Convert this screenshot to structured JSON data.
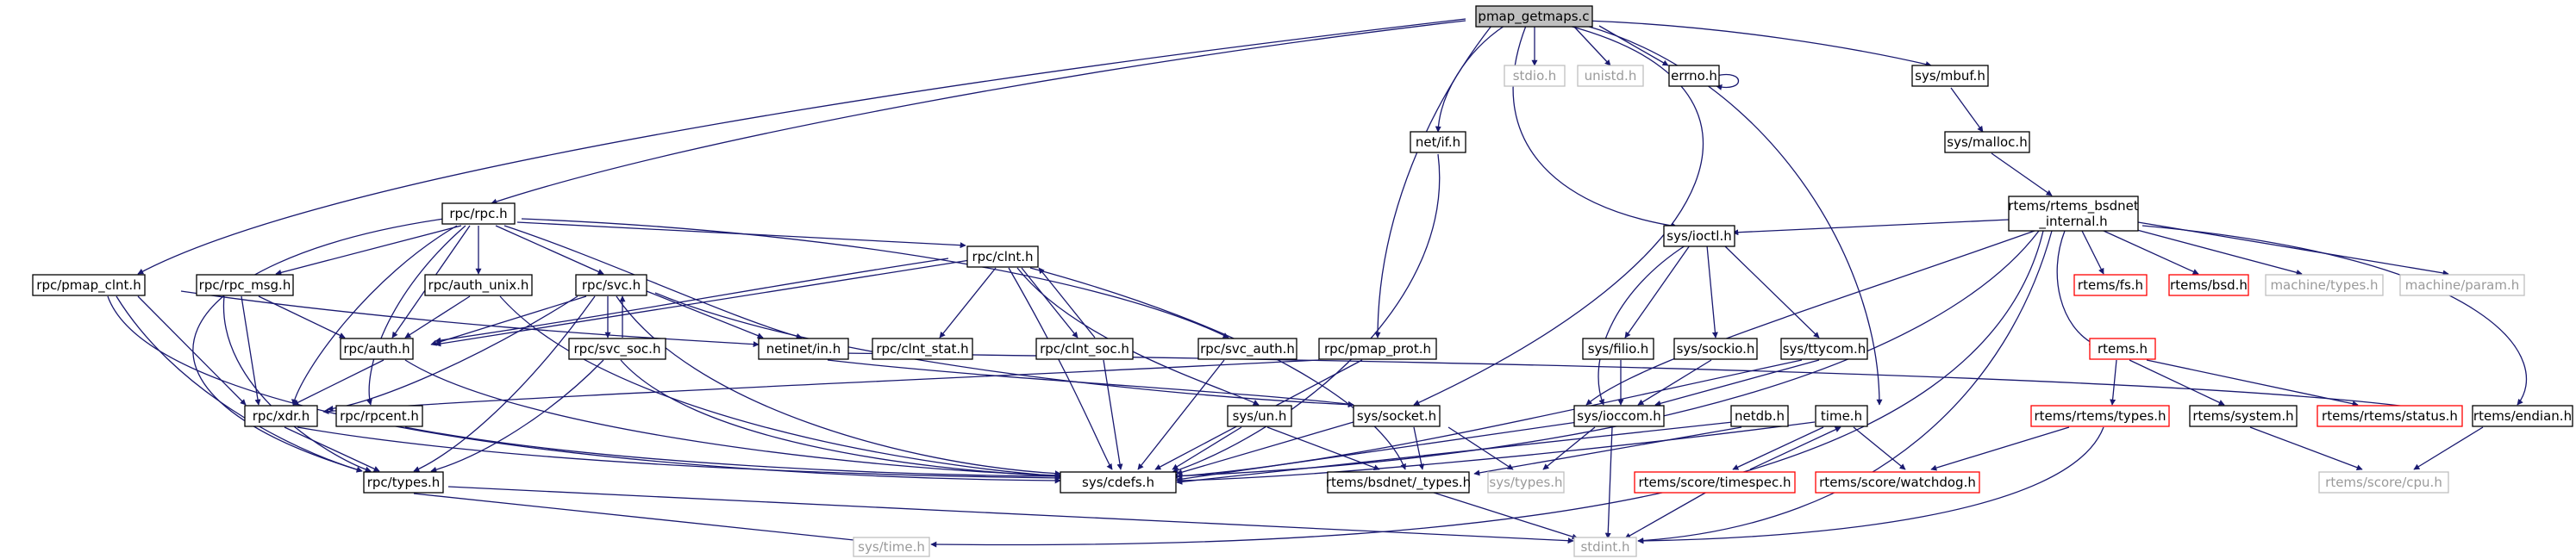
{
  "colors": {
    "edge": "#191970",
    "edge_alt": "#63b8ff",
    "root_fill": "#bfbfbf",
    "missing_border": "#bfbfbf",
    "truncated_border": "#ff0000"
  },
  "nodes": {
    "root": "pmap_getmaps.c",
    "stdio": "stdio.h",
    "unistd": "unistd.h",
    "errno": "errno.h",
    "sys_mbuf": "sys/mbuf.h",
    "net_if": "net/if.h",
    "sys_malloc": "sys/malloc.h",
    "rpc_rpc": "rpc/rpc.h",
    "rtems_bsdnet_internal_1": "rtems/rtems_bsdnet",
    "rtems_bsdnet_internal_2": "_internal.h",
    "rpc_pmap_clnt": "rpc/pmap_clnt.h",
    "rpc_rpc_msg": "rpc/rpc_msg.h",
    "rpc_auth_unix": "rpc/auth_unix.h",
    "rpc_svc": "rpc/svc.h",
    "rpc_clnt": "rpc/clnt.h",
    "sys_ioctl": "sys/ioctl.h",
    "rtems_fs": "rtems/fs.h",
    "rtems_bsd": "rtems/bsd.h",
    "machine_types": "machine/types.h",
    "machine_param": "machine/param.h",
    "rpc_auth": "rpc/auth.h",
    "netinet_in": "netinet/in.h",
    "rpc_clnt_stat": "rpc/clnt_stat.h",
    "rpc_clnt_soc": "rpc/clnt_soc.h",
    "rpc_svc_auth": "rpc/svc_auth.h",
    "rpc_pmap_prot": "rpc/pmap_prot.h",
    "sys_filio": "sys/filio.h",
    "sys_sockio": "sys/sockio.h",
    "sys_ttycom": "sys/ttycom.h",
    "rtems_h": "rtems.h",
    "rpc_svc_soc": "rpc/svc_soc.h",
    "rpc_xdr": "rpc/xdr.h",
    "sys_un": "sys/un.h",
    "sys_socket": "sys/socket.h",
    "sys_ioccom": "sys/ioccom.h",
    "netdb": "netdb.h",
    "time": "time.h",
    "rtems_rtems_types": "rtems/rtems/types.h",
    "rtems_system": "rtems/system.h",
    "rtems_rtems_status": "rtems/rtems/status.h",
    "rtems_endian": "rtems/endian.h",
    "rpc_rpcent": "rpc/rpcent.h",
    "sys_cdefs": "sys/cdefs.h",
    "rpc_types": "rpc/types.h",
    "rtems_bsdnet_types": "rtems/bsdnet/_types.h",
    "sys_types": "sys/types.h",
    "rtems_score_timespec": "rtems/score/timespec.h",
    "rtems_score_watchdog": "rtems/score/watchdog.h",
    "rtems_score_cpu": "rtems/score/cpu.h",
    "sys_time": "sys/time.h",
    "stdint": "stdint.h"
  }
}
